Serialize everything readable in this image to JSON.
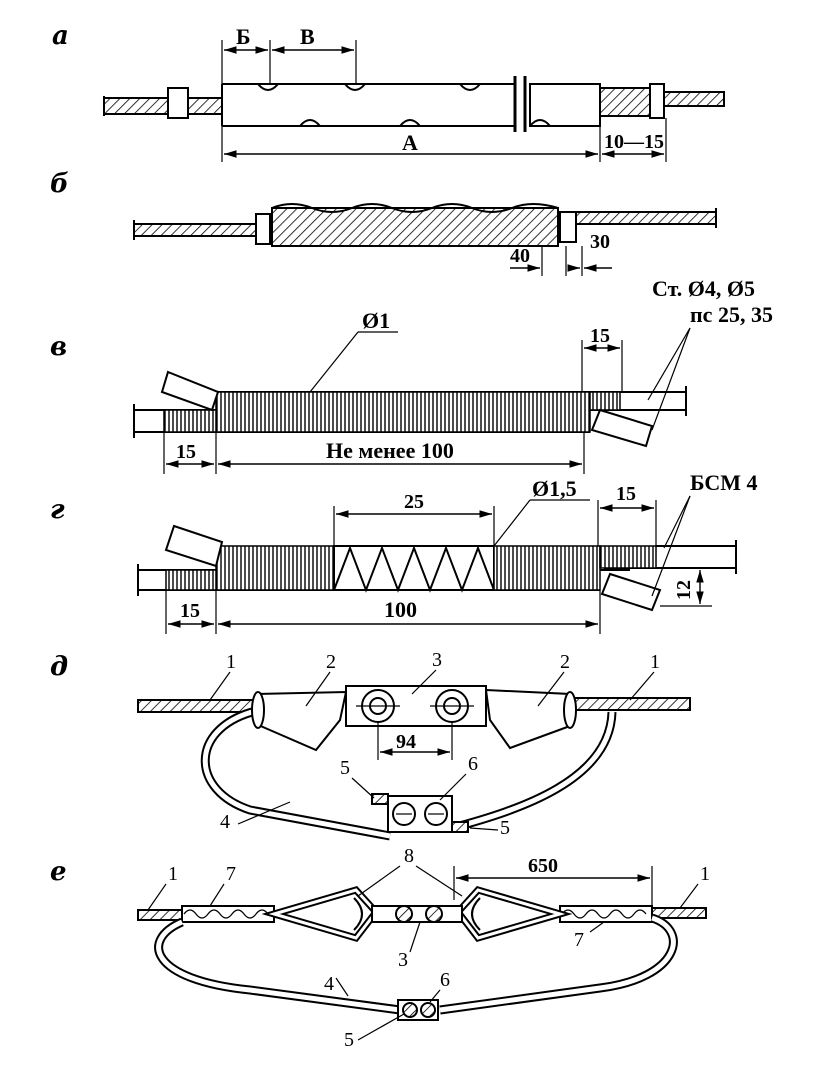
{
  "panels": {
    "a": {
      "label": "а",
      "dims": {
        "b": "Б",
        "v": "В",
        "a": "А",
        "gap": "10—15"
      }
    },
    "b": {
      "label": "б",
      "dims": {
        "d40": "40",
        "d30": "30"
      }
    },
    "v": {
      "label": "в",
      "dims": {
        "diam": "Ø1",
        "d15_top": "15",
        "d15_left": "15",
        "len": "Не менее 100"
      },
      "note_line1": "Ст. Ø4, Ø5",
      "note_line2": "пс 25, 35"
    },
    "g": {
      "label": "г",
      "dims": {
        "d25": "25",
        "diam": "Ø1,5",
        "d15_top": "15",
        "d15_left": "15",
        "len": "100",
        "d12": "12"
      },
      "note": "БСМ 4"
    },
    "d": {
      "label": "д",
      "callouts": [
        "1",
        "2",
        "3",
        "2",
        "1",
        "5",
        "6",
        "4",
        "5"
      ],
      "dim94": "94"
    },
    "e": {
      "label": "е",
      "callouts": [
        "8",
        "1",
        "7",
        "1",
        "7",
        "4",
        "3",
        "6",
        "5"
      ],
      "dim650": "650"
    }
  }
}
